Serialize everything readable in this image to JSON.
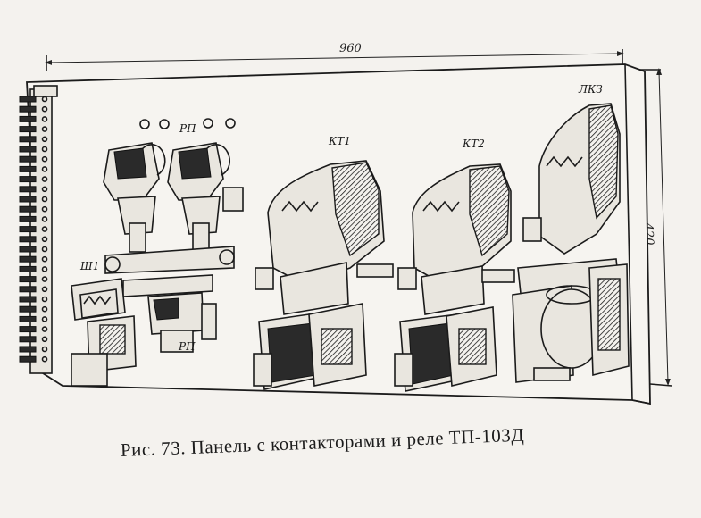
{
  "figure": {
    "caption": "Рис. 73. Панель с контакторами и реле ТП-103Д",
    "dimensions": {
      "width_label": "960",
      "height_label": "420"
    },
    "labels": {
      "rp_top": "РП",
      "rp_bottom": "РП",
      "sh1": "Ш1",
      "kt1": "КТ1",
      "kt2": "КТ2",
      "lkz": "ЛКЗ"
    }
  }
}
